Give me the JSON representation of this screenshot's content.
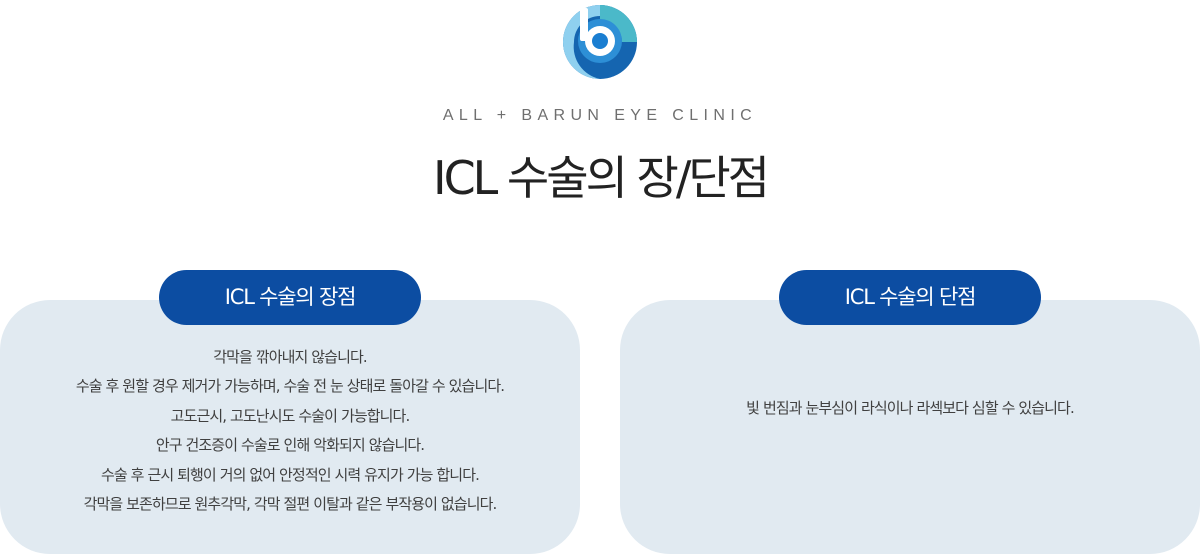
{
  "header": {
    "brand_subtitle": "ALL + BARUN EYE CLINIC",
    "title": "ICL 수술의 장/단점"
  },
  "pros": {
    "label": "ICL 수술의 장점",
    "items": [
      "각막을 깎아내지 않습니다.",
      "수술 후 원할 경우 제거가 가능하며, 수술 전 눈 상태로 돌아갈 수 있습니다.",
      "고도근시, 고도난시도 수술이 가능합니다.",
      "안구 건조증이 수술로 인해 악화되지 않습니다.",
      "수술 후 근시 퇴행이 거의 없어 안정적인 시력 유지가 가능 합니다.",
      "각막을 보존하므로 원추각막, 각막 절편 이탈과 같은 부작용이 없습니다."
    ]
  },
  "cons": {
    "label": "ICL 수술의 단점",
    "items": [
      "빛 번짐과 눈부심이 라식이나 라섹보다 심할 수 있습니다."
    ]
  },
  "colors": {
    "accent": "#0c4da2",
    "card_background": "#e1eaf1",
    "logo_light": "#6cc3e8",
    "logo_teal": "#2aa6c9",
    "logo_dark": "#1565b0"
  },
  "icons": {
    "logo": "eye-b-logo-icon"
  }
}
